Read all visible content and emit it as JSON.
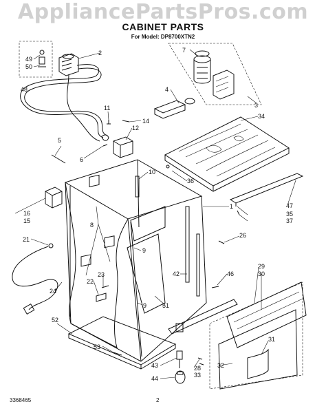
{
  "watermark": "AppliancePartsPros.com",
  "title": "CABINET PARTS",
  "model": "For Model: DP8700XTN2",
  "footer": {
    "code": "3368465",
    "page": "2"
  },
  "labels": {
    "l1": "1",
    "l2": "2",
    "l3": "3",
    "l4": "4",
    "l5": "5",
    "l6": "6",
    "l7": "7",
    "l8": "8",
    "l9a": "9",
    "l9b": "9",
    "l10": "10",
    "l11": "11",
    "l12": "12",
    "l14": "14",
    "l15": "15",
    "l16": "16",
    "l21": "21",
    "l22": "22",
    "l23": "23",
    "l24": "24",
    "l26": "26",
    "l28": "28",
    "l29": "29",
    "l30": "30",
    "l31": "31",
    "l32": "32",
    "l33": "33",
    "l34": "34",
    "l35": "35",
    "l36": "36",
    "l37": "37",
    "l42": "42",
    "l43": "43",
    "l44": "44",
    "l46": "46",
    "l47": "47",
    "l48": "48",
    "l49": "49",
    "l50": "50",
    "l51": "51",
    "l52": "52",
    "l53": "53"
  }
}
